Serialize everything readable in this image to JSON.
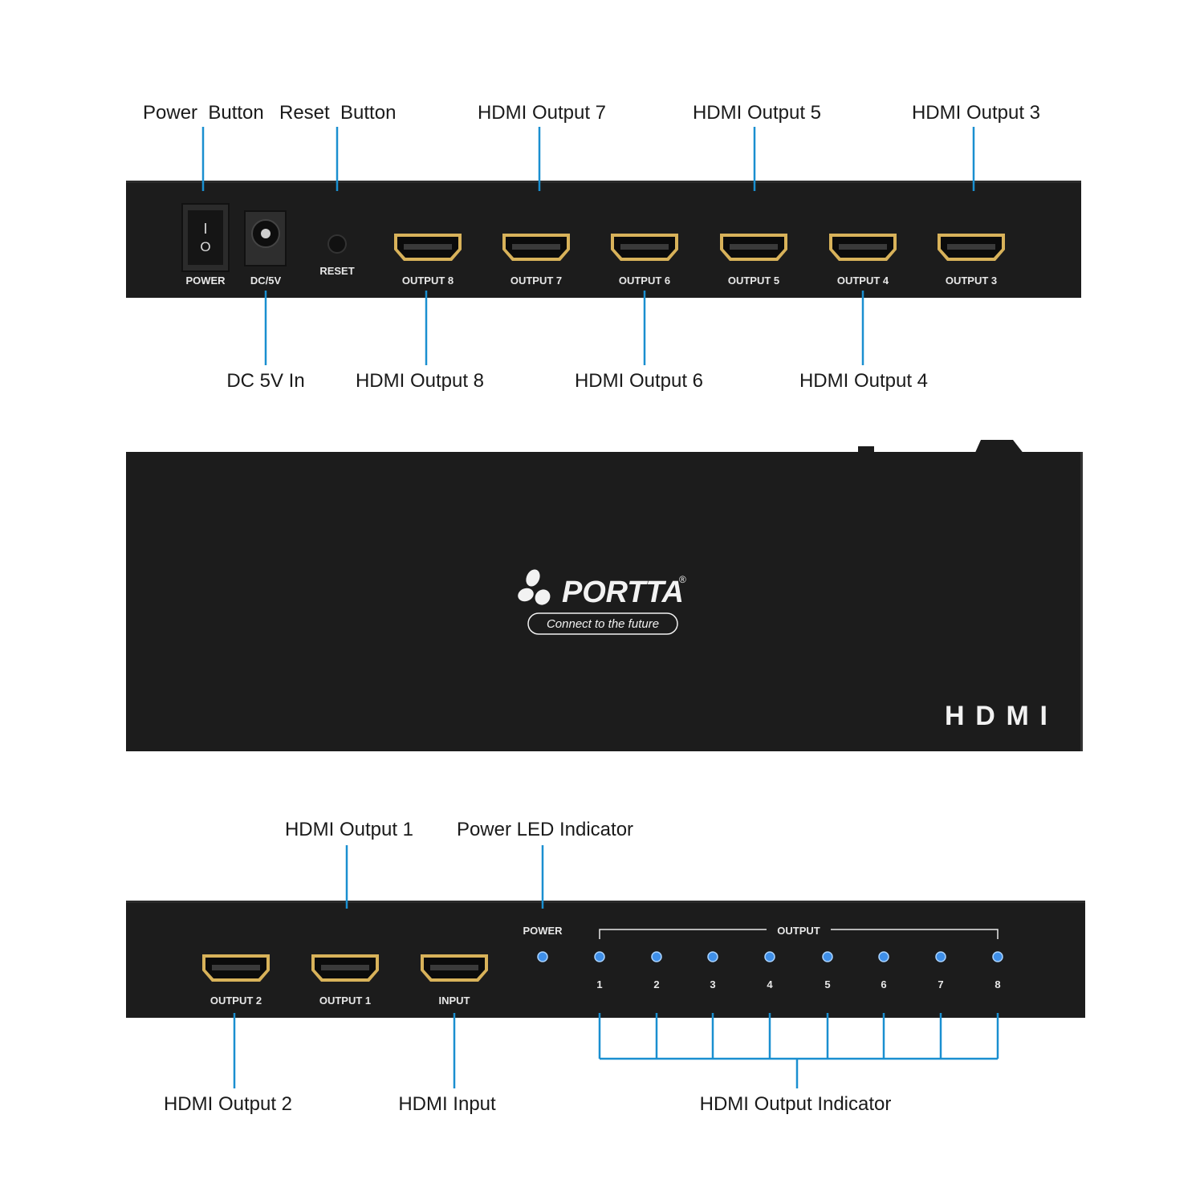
{
  "colors": {
    "leader": "#1a8fd0",
    "panel": "#1c1c1c",
    "port_gold": "#d8b25a",
    "led": "#3f8fe8"
  },
  "rear_panel": {
    "top_callouts": {
      "power_button": "Power  Button",
      "reset_button": "Reset  Button",
      "output7": "HDMI Output 7",
      "output5": "HDMI Output 5",
      "output3": "HDMI Output 3"
    },
    "bottom_callouts": {
      "dc_in": "DC 5V In",
      "output8": "HDMI Output 8",
      "output6": "HDMI Output 6",
      "output4": "HDMI Output 4"
    },
    "labels": {
      "power": "POWER",
      "dc": "DC/5V",
      "reset": "RESET",
      "switch_on": "I",
      "switch_off": "O",
      "output8": "OUTPUT 8",
      "output7": "OUTPUT 7",
      "output6": "OUTPUT 6",
      "output5": "OUTPUT 5",
      "output4": "OUTPUT 4",
      "output3": "OUTPUT 3"
    }
  },
  "top_panel": {
    "brand": "PORTTA",
    "registered": "®",
    "tagline": "Connect to the future",
    "hdmi_logo": "HDMI"
  },
  "front_panel": {
    "top_callouts": {
      "output1": "HDMI Output 1",
      "power_led": "Power LED Indicator"
    },
    "bottom_callouts": {
      "output2": "HDMI Output 2",
      "input": "HDMI Input",
      "output_indicator": "HDMI Output Indicator"
    },
    "labels": {
      "output2": "OUTPUT 2",
      "output1": "OUTPUT 1",
      "input": "INPUT",
      "power": "POWER",
      "output": "OUTPUT",
      "led_numbers": [
        "1",
        "2",
        "3",
        "4",
        "5",
        "6",
        "7",
        "8"
      ]
    }
  }
}
